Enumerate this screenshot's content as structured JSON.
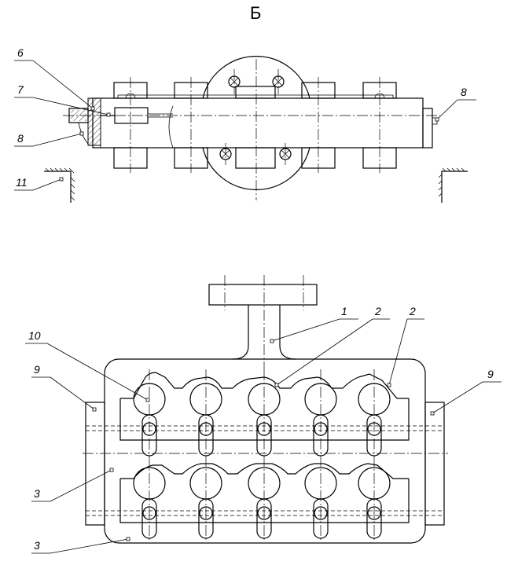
{
  "view_title": "Б",
  "callouts": {
    "c6": "6",
    "c7": "7",
    "c8_left": "8",
    "c8_right": "8",
    "c11": "11",
    "c1": "1",
    "c2_a": "2",
    "c2_b": "2",
    "c10": "10",
    "c9_left": "9",
    "c9_right": "9",
    "c3_a": "3",
    "c3_b": "3"
  }
}
